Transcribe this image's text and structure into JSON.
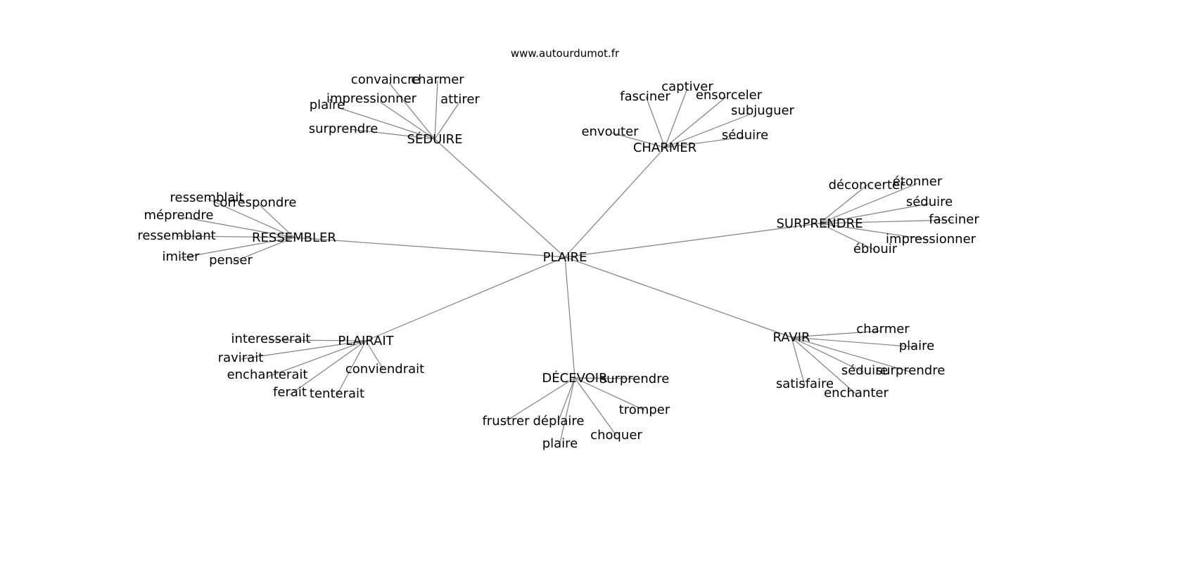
{
  "header": {
    "site_url": "www.autourdumot.fr"
  },
  "graph": {
    "center": "PLAIRE",
    "edge_color": "#808080",
    "hubs": [
      {
        "id": "seduire",
        "label": "SÉDUIRE",
        "neighbors": [
          "convaincre",
          "charmer",
          "impressionner",
          "attirer",
          "plaire",
          "surprendre"
        ]
      },
      {
        "id": "charmer",
        "label": "CHARMER",
        "neighbors": [
          "captiver",
          "fasciner",
          "ensorceler",
          "subjuguer",
          "envouter",
          "séduire"
        ]
      },
      {
        "id": "surprendre",
        "label": "SURPRENDRE",
        "neighbors": [
          "déconcerter",
          "étonner",
          "séduire",
          "fasciner",
          "impressionner",
          "éblouir"
        ]
      },
      {
        "id": "ressembler",
        "label": "RESSEMBLER",
        "neighbors": [
          "ressemblait",
          "correspondre",
          "méprendre",
          "ressemblant",
          "imiter",
          "penser"
        ]
      },
      {
        "id": "plairait",
        "label": "PLAIRAIT",
        "neighbors": [
          "interesserait",
          "ravirait",
          "enchanterait",
          "conviendrait",
          "ferait",
          "tenterait"
        ]
      },
      {
        "id": "decevoir",
        "label": "DÉCEVOIR",
        "neighbors": [
          "surprendre",
          "tromper",
          "frustrer",
          "déplaire",
          "choquer",
          "plaire"
        ]
      },
      {
        "id": "ravir",
        "label": "RAVIR",
        "neighbors": [
          "charmer",
          "plaire",
          "séduire",
          "surprendre",
          "satisfaire",
          "enchanter"
        ]
      }
    ]
  }
}
